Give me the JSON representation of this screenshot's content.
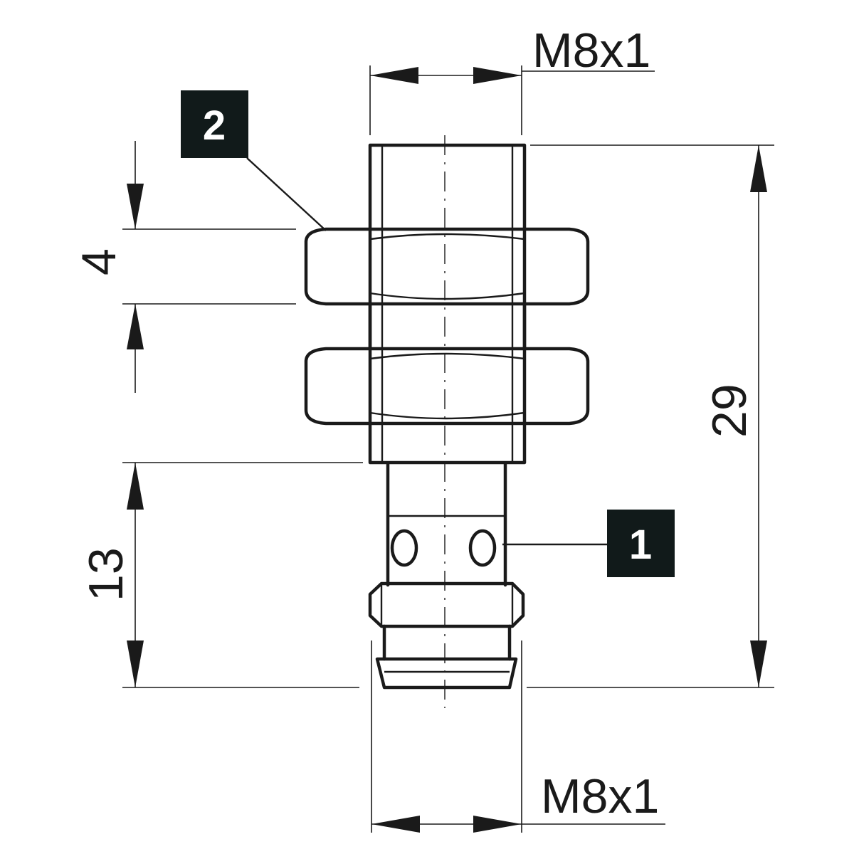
{
  "dimensions": {
    "top_thread": "M8x1",
    "bottom_thread": "M8x1",
    "nut_height": "4",
    "connector_length": "13",
    "total_length": "29"
  },
  "callouts": {
    "c1": "1",
    "c2": "2"
  },
  "colors": {
    "line": "#1a1a1a",
    "callout_box": "#111a1a",
    "callout_text": "#ffffff",
    "background": "#ffffff"
  }
}
